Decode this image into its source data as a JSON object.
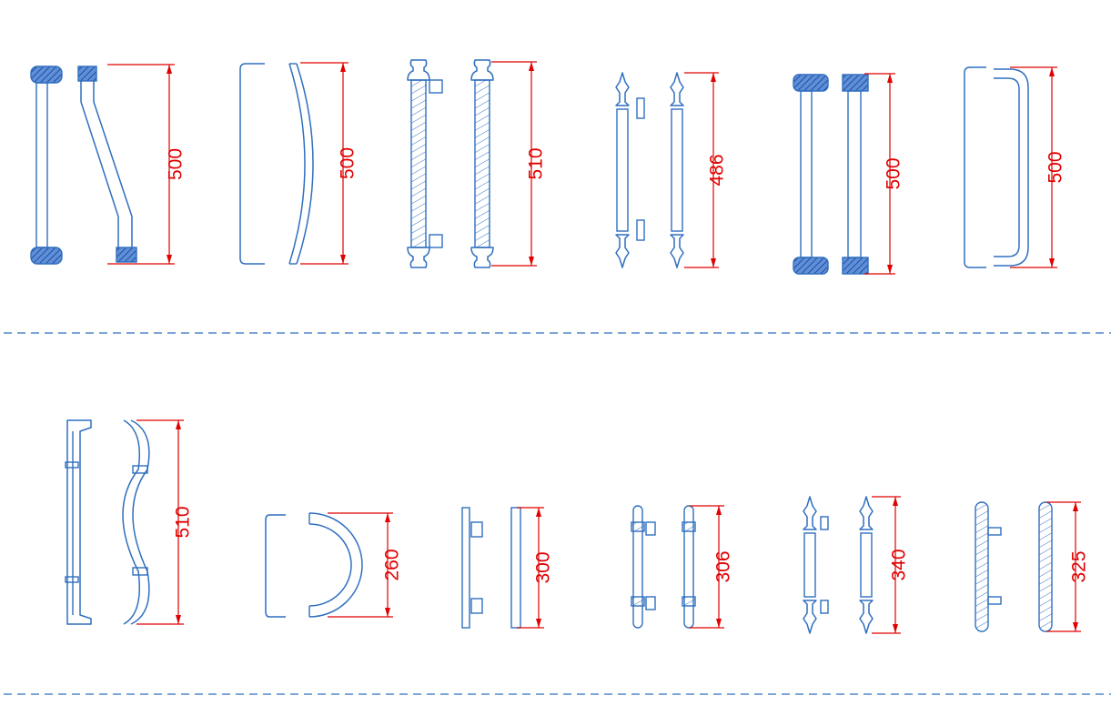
{
  "colors": {
    "background": "#ffffff",
    "outline": "#2f6fbf",
    "hatch": "#2f6fbf",
    "dimension": "#e00000",
    "separator": "#2f6fbf"
  },
  "rows": [
    {
      "row": 1,
      "items": [
        {
          "id": "handle-1",
          "style": "offset-bar",
          "dimension": "500"
        },
        {
          "id": "handle-2",
          "style": "curved-bow",
          "dimension": "500"
        },
        {
          "id": "handle-3",
          "style": "twisted-ornate",
          "dimension": "510"
        },
        {
          "id": "handle-4",
          "style": "finial-classic",
          "dimension": "486"
        },
        {
          "id": "handle-5",
          "style": "straight-block",
          "dimension": "500"
        },
        {
          "id": "handle-6",
          "style": "rounded-d",
          "dimension": "500"
        }
      ]
    },
    {
      "row": 2,
      "items": [
        {
          "id": "handle-7",
          "style": "s-curve-ringed",
          "dimension": "510"
        },
        {
          "id": "handle-8",
          "style": "half-circle",
          "dimension": "260"
        },
        {
          "id": "handle-9",
          "style": "straight-short",
          "dimension": "300"
        },
        {
          "id": "handle-10",
          "style": "ringed-short",
          "dimension": "306"
        },
        {
          "id": "handle-11",
          "style": "finial-short",
          "dimension": "340"
        },
        {
          "id": "handle-12",
          "style": "knurled-short",
          "dimension": "325"
        }
      ]
    }
  ]
}
